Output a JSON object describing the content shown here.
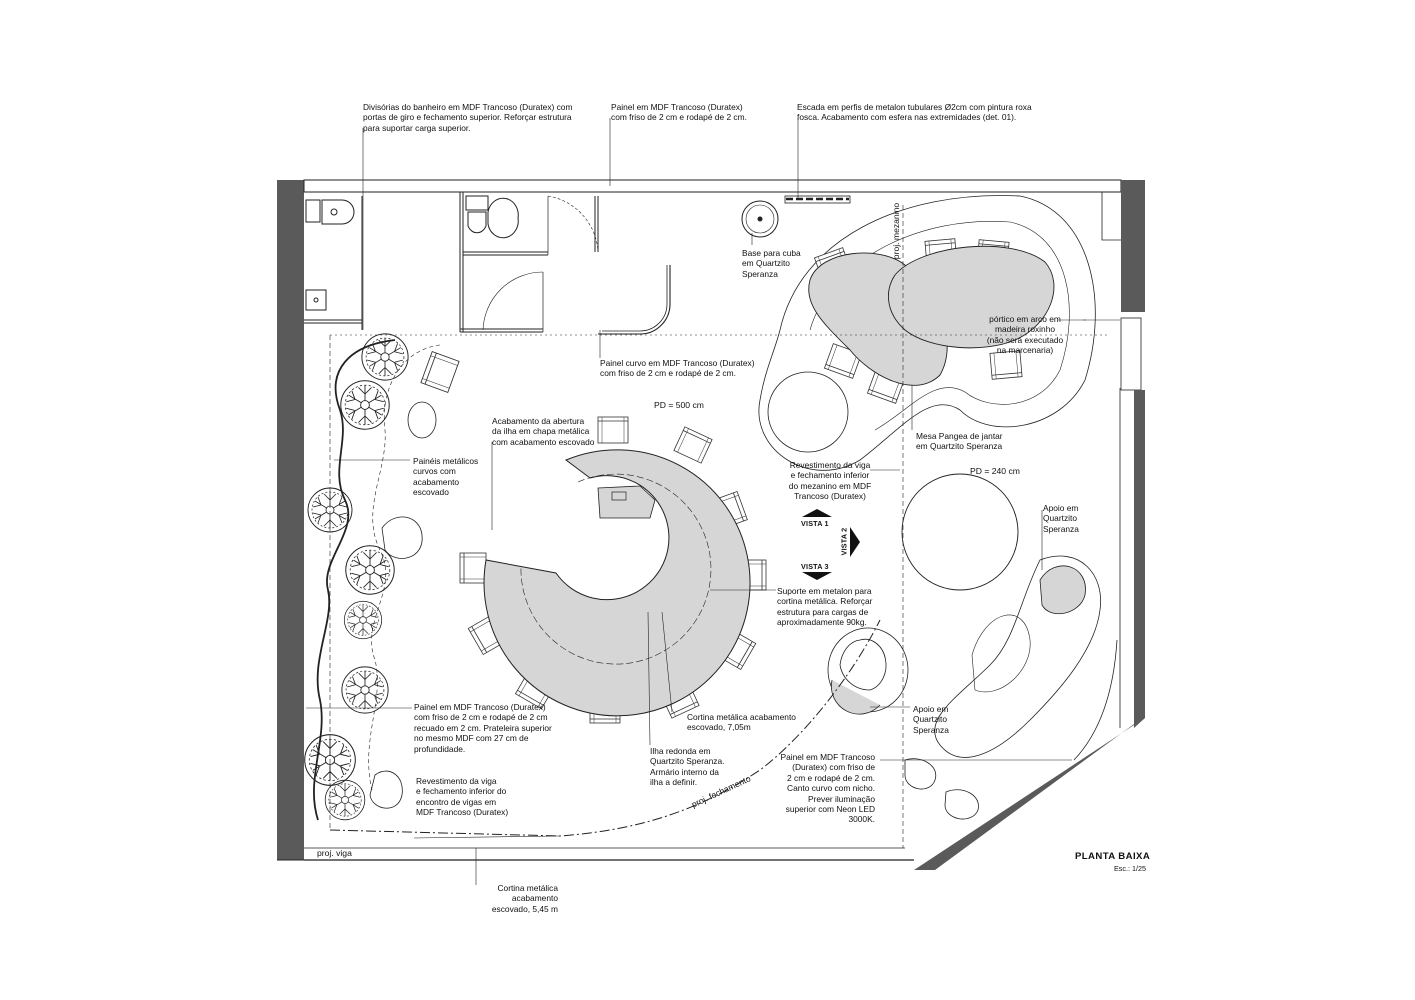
{
  "title": "PLANTA BAIXA",
  "scale": "Esc.: 1/25",
  "labels": {
    "pd_500": "PD = 500 cm",
    "pd_240": "PD = 240 cm",
    "proj_mezanino": "proj. mezanino",
    "proj_fechamento": "proj. fechamento",
    "proj_viga": "proj. viga",
    "vista_1": "VISTA 1",
    "vista_2": "VISTA 2",
    "vista_3": "VISTA 3"
  },
  "notes": {
    "divisorias": "Divisórias do banheiro em MDF Trancoso (Duratex) com\nportas de giro e fechamento superior. Reforçar estrutura\npara suportar carga superior.",
    "painel_top": "Painel em MDF Trancoso (Duratex)\ncom friso de 2 cm e rodapé de 2 cm.",
    "escada": "Escada em perfis de metalon tubulares Ø2cm com pintura roxa\nfosca. Acabamento com esfera nas extremidades (det. 01).",
    "base_cuba": "Base para cuba\nem Quartzito\nSperanza",
    "portico": "pórtico em arco em\nmadeira roxinho\n(não será executado\nna marcenaria)",
    "painel_curvo": "Painel curvo em MDF Trancoso (Duratex)\ncom friso de 2 cm e rodapé de 2 cm.",
    "acabamento_abertura": "Acabamento da abertura\nda ilha em chapa metálica\ncom acabamento escovado",
    "mesa_pangea": "Mesa Pangea de jantar\nem Quartzito Speranza",
    "paineis_metalicos": "Painéis metálicos\ncurvos com\nacabamento\nescovado",
    "revestimento_mezanino": "Revestimento da viga\ne fechamento inferior\ndo mezanino em MDF\nTrancoso (Duratex)",
    "apoio_top": "Apoio em\nQuartzito\nSperanza",
    "suporte_metalon": "Suporte em metalon para\ncortina metálica. Reforçar\nestrutura para cargas de\naproximadamente 90kg.",
    "painel_recuado": "Painel em MDF Trancoso (Duratex)\ncom friso de 2 cm e rodapé de 2 cm\nrecuado em 2 cm. Prateleira superior\nno mesmo MDF com 27 cm de\nprofundidade.",
    "cortina_705": "Cortina metálica acabamento\nescovado, 7,05m",
    "apoio_bottom": "Apoio em\nQuartzito\nSperanza",
    "ilha_redonda": "Ilha redonda em\nQuartzito Speranza.\nArmário interno da\nilha a definir.",
    "painel_neon": "Painel em MDF Trancoso\n(Duratex) com friso de\n2 cm e rodapé de 2 cm.\nCanto curvo com nicho.\nPrever iluminação\nsuperior com Neon LED\n3000K.",
    "revestimento_vigas": "Revestimento da viga\ne fechamento inferior do\nencontro de vigas em\nMDF Trancoso (Duratex)",
    "cortina_545": "Cortina metálica\nacabamento\nescovado, 5,45 m"
  },
  "colors": {
    "line": "#1a1a1a",
    "wall_dark": "#5a5a5a",
    "fill_grey": "#d6d6d6",
    "paper": "#ffffff"
  }
}
